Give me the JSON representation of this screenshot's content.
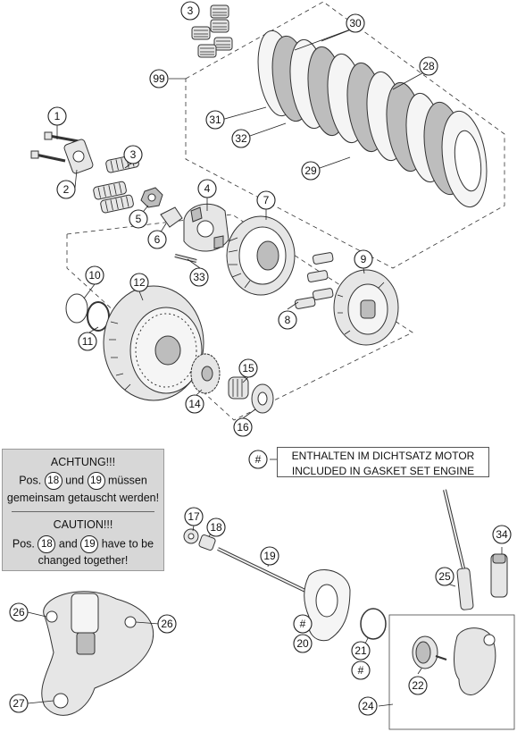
{
  "callouts": {
    "c1": "1",
    "c2": "2",
    "c3a": "3",
    "c3b": "3",
    "c4": "4",
    "c5": "5",
    "c6": "6",
    "c7": "7",
    "c8": "8",
    "c9": "9",
    "c10": "10",
    "c11": "11",
    "c12": "12",
    "c14": "14",
    "c15": "15",
    "c16": "16",
    "c17": "17",
    "c18": "18",
    "c19": "19",
    "c20": "20",
    "c21": "21",
    "c22": "22",
    "c24": "24",
    "c25": "25",
    "c26a": "26",
    "c26b": "26",
    "c27": "27",
    "c28": "28",
    "c29": "29",
    "c30": "30",
    "c31": "31",
    "c32": "32",
    "c33": "33",
    "c34": "34",
    "c99": "99",
    "hash_legend": "#",
    "hash_20": "#",
    "hash_21": "#"
  },
  "gasket_note": {
    "line1": "ENTHALTEN IM DICHTSATZ MOTOR",
    "line2": "INCLUDED IN GASKET SET ENGINE"
  },
  "note": {
    "de_title": "ACHTUNG!!!",
    "de_pos": "Pos.",
    "de_ref1": "18",
    "de_und": "und",
    "de_ref2": "19",
    "de_tail": "müssen",
    "de_line3": "gemeinsam getauscht werden!",
    "en_title": "CAUTION!!!",
    "en_pos": "Pos.",
    "en_ref1": "18",
    "en_and": "and",
    "en_ref2": "19",
    "en_tail": "have to be",
    "en_line3": "changed together!"
  }
}
